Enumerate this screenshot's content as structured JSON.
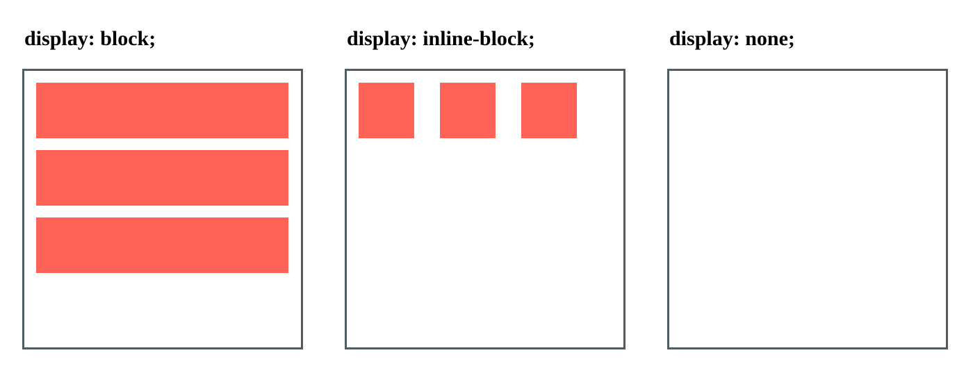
{
  "panels": [
    {
      "title": "display: block;",
      "box_count": 3
    },
    {
      "title": "display: inline-block;",
      "box_count": 3
    },
    {
      "title": "display: none;",
      "box_count": 0
    }
  ],
  "colors": {
    "box_fill": "#fe6256",
    "frame_border": "#4f5d62",
    "title_text": "#000000",
    "background": "#ffffff"
  }
}
